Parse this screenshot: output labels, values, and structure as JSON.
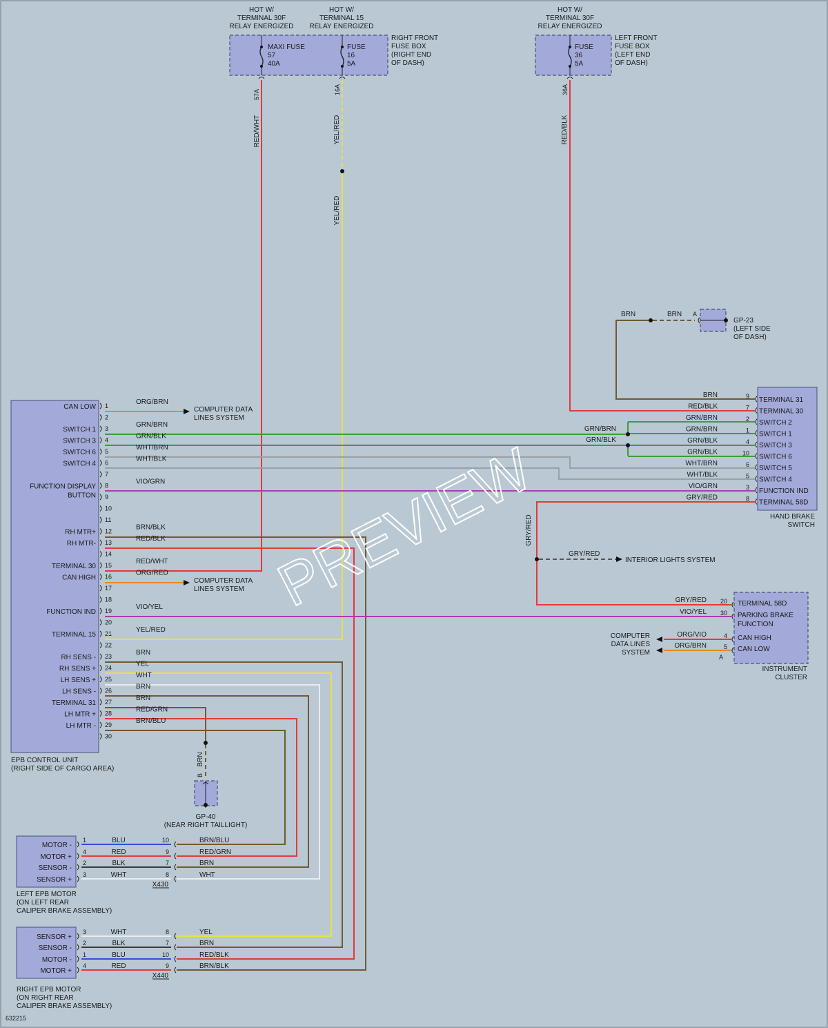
{
  "colors": {
    "RED": "#e23a3a",
    "YEL": "#e5e24a",
    "BRN": "#6e5a32",
    "GRN": "#3f9b3a",
    "WHT": "#e9ecef",
    "VIO": "#b03ab0",
    "ORG": "#e0892a",
    "BLU": "#2f52d6",
    "BLK": "#3a3a3a",
    "GRY": "#9aa0a6",
    "outline": "#4a4f7a",
    "box": "#a3a9d8"
  },
  "power": {
    "hot1": [
      "HOT W/",
      "TERMINAL 30F",
      "RELAY ENERGIZED"
    ],
    "hot2": [
      "HOT W/",
      "TERMINAL 15",
      "RELAY ENERGIZED"
    ],
    "hot3": [
      "HOT W/",
      "TERMINAL 30F",
      "RELAY ENERGIZED"
    ],
    "maxi_fuse": [
      "MAXI FUSE",
      "57",
      "40A"
    ],
    "fuse16": [
      "FUSE",
      "16",
      "5A"
    ],
    "fuse36": [
      "FUSE",
      "36",
      "5A"
    ],
    "rf_fusebox": [
      "RIGHT FRONT",
      "FUSE BOX",
      "(RIGHT END",
      "OF DASH)"
    ],
    "lf_fusebox": [
      "LEFT FRONT",
      "FUSE BOX",
      "(LEFT END",
      "OF DASH)"
    ],
    "tap_57a": "57A",
    "tap_16a": "16A",
    "tap_36a": "36A",
    "wire_redwht": "RED/WHT",
    "wire_yelred": "YEL/RED",
    "wire_redblk": "RED/BLK"
  },
  "gp23": {
    "label": [
      "GP-23",
      "(LEFT SIDE",
      "OF DASH)"
    ],
    "pin": "A",
    "wire1": "BRN",
    "wire2": "BRN"
  },
  "epb": {
    "label": [
      "EPB CONTROL UNIT",
      "(RIGHT SIDE OF CARGO AREA)"
    ],
    "pins": [
      {
        "num": "1",
        "name": "CAN LOW",
        "wire": "ORG/BRN",
        "color": "ORG"
      },
      {
        "num": "2",
        "name": "",
        "wire": "",
        "color": ""
      },
      {
        "num": "3",
        "name": "SWITCH 1",
        "wire": "GRN/BRN",
        "color": "GRN"
      },
      {
        "num": "4",
        "name": "SWITCH 3",
        "wire": "GRN/BLK",
        "color": "GRN"
      },
      {
        "num": "5",
        "name": "SWITCH 6",
        "wire": "WHT/BRN",
        "color": "GRN"
      },
      {
        "num": "6",
        "name": "SWITCH 4",
        "wire": "WHT/BLK",
        "color": "GRY"
      },
      {
        "num": "7",
        "name": "",
        "wire": "",
        "color": "GRY"
      },
      {
        "num": "8",
        "name": "FUNCTION DISPLAY|BUTTON",
        "wire": "VIO/GRN",
        "color": "VIO"
      },
      {
        "num": "9",
        "name": "",
        "wire": "",
        "color": ""
      },
      {
        "num": "10",
        "name": "",
        "wire": "",
        "color": ""
      },
      {
        "num": "11",
        "name": "",
        "wire": "",
        "color": ""
      },
      {
        "num": "12",
        "name": "RH MTR+",
        "wire": "BRN/BLK",
        "color": "BRN"
      },
      {
        "num": "13",
        "name": "RH MTR-",
        "wire": "RED/BLK",
        "color": "RED"
      },
      {
        "num": "14",
        "name": "",
        "wire": "",
        "color": ""
      },
      {
        "num": "15",
        "name": "TERMINAL 30",
        "wire": "RED/WHT",
        "color": "RED"
      },
      {
        "num": "16",
        "name": "CAN HIGH",
        "wire": "ORG/RED",
        "color": "ORG"
      },
      {
        "num": "17",
        "name": "",
        "wire": "",
        "color": ""
      },
      {
        "num": "18",
        "name": "",
        "wire": "",
        "color": ""
      },
      {
        "num": "19",
        "name": "FUNCTION IND",
        "wire": "VIO/YEL",
        "color": "VIO"
      },
      {
        "num": "20",
        "name": "",
        "wire": "",
        "color": ""
      },
      {
        "num": "21",
        "name": "TERMINAL 15",
        "wire": "YEL/RED",
        "color": "YEL"
      },
      {
        "num": "22",
        "name": "",
        "wire": "",
        "color": ""
      },
      {
        "num": "23",
        "name": "RH SENS -",
        "wire": "BRN",
        "color": "BRN"
      },
      {
        "num": "24",
        "name": "RH SENS +",
        "wire": "YEL",
        "color": "YEL"
      },
      {
        "num": "25",
        "name": "LH SENS +",
        "wire": "WHT",
        "color": "WHT"
      },
      {
        "num": "26",
        "name": "LH SENS -",
        "wire": "BRN",
        "color": "BRN"
      },
      {
        "num": "27",
        "name": "TERMINAL 31",
        "wire": "BRN",
        "color": "BRN"
      },
      {
        "num": "28",
        "name": "LH MTR +",
        "wire": "RED/GRN",
        "color": "RED"
      },
      {
        "num": "29",
        "name": "LH MTR -",
        "wire": "BRN/BLU",
        "color": "BRN"
      },
      {
        "num": "30",
        "name": "",
        "wire": "",
        "color": ""
      }
    ],
    "can_low_target": [
      "COMPUTER DATA",
      "LINES SYSTEM"
    ],
    "can_high_target": [
      "COMPUTER DATA",
      "LINES SYSTEM"
    ]
  },
  "hbs": {
    "label": [
      "HAND BRAKE",
      "SWITCH"
    ],
    "pins": [
      {
        "num": "9",
        "name": "TERMINAL 31",
        "wire": "BRN",
        "color": "BRN"
      },
      {
        "num": "7",
        "name": "TERMINAL 30",
        "wire": "RED/BLK",
        "color": "RED"
      },
      {
        "num": "2",
        "name": "SWITCH 2",
        "wire": "GRN/BRN",
        "color": "GRN"
      },
      {
        "num": "1",
        "name": "SWITCH 1",
        "wire": "GRN/BRN",
        "color": "GRN"
      },
      {
        "num": "4",
        "name": "SWITCH 3",
        "wire": "GRN/BLK",
        "color": "GRN"
      },
      {
        "num": "10",
        "name": "SWITCH 6",
        "wire": "GRN/BLK",
        "color": "GRN"
      },
      {
        "num": "6",
        "name": "SWITCH 5",
        "wire": "WHT/BRN",
        "color": "GRY"
      },
      {
        "num": "5",
        "name": "SWITCH 4",
        "wire": "WHT/BLK",
        "color": "GRY"
      },
      {
        "num": "3",
        "name": "FUNCTION IND",
        "wire": "VIO/GRN",
        "color": "VIO"
      },
      {
        "num": "8",
        "name": "TERMINAL 58D",
        "wire": "GRY/RED",
        "color": "RED"
      }
    ],
    "splice1": "GRN/BRN",
    "splice2": "GRN/BLK"
  },
  "interior": {
    "wire_v": "GRY/RED",
    "wire_h": "GRY/RED",
    "target": "INTERIOR LIGHTS SYSTEM"
  },
  "cluster": {
    "label": [
      "INSTRUMENT",
      "CLUSTER"
    ],
    "pins": [
      {
        "num": "20",
        "name": "TERMINAL 58D",
        "wire": "GRY/RED"
      },
      {
        "num": "30",
        "name": "PARKING BRAKE|FUNCTION",
        "wire": "VIO/YEL"
      },
      {
        "num": "4",
        "name": "CAN HIGH",
        "wire": "ORG/VIO"
      },
      {
        "num": "5",
        "name": "CAN LOW",
        "wire": "ORG/BRN"
      }
    ],
    "bottom_pin": "A",
    "data_lines": [
      "COMPUTER",
      "DATA LINES",
      "SYSTEM"
    ]
  },
  "gp40": {
    "label": [
      "GP-40",
      "(NEAR RIGHT TAILLIGHT)"
    ],
    "wire": "BRN",
    "pin": "B"
  },
  "left_motor": {
    "label": [
      "LEFT EPB MOTOR",
      "(ON LEFT REAR",
      "CALIPER BRAKE ASSEMBLY)"
    ],
    "connector": "X430",
    "rows": [
      {
        "name": "MOTOR -",
        "pin": "1",
        "wire": "BLU",
        "cpin": "10",
        "cwire": "BRN/BLU"
      },
      {
        "name": "MOTOR +",
        "pin": "4",
        "wire": "RED",
        "cpin": "9",
        "cwire": "RED/GRN"
      },
      {
        "name": "SENSOR -",
        "pin": "2",
        "wire": "BLK",
        "cpin": "7",
        "cwire": "BRN"
      },
      {
        "name": "SENSOR +",
        "pin": "3",
        "wire": "WHT",
        "cpin": "8",
        "cwire": "WHT"
      }
    ]
  },
  "right_motor": {
    "label": [
      "RIGHT EPB MOTOR",
      "(ON RIGHT REAR",
      "CALIPER BRAKE ASSEMBLY)"
    ],
    "connector": "X440",
    "rows": [
      {
        "name": "SENSOR +",
        "pin": "3",
        "wire": "WHT",
        "cpin": "8",
        "cwire": "YEL"
      },
      {
        "name": "SENSOR -",
        "pin": "2",
        "wire": "BLK",
        "cpin": "7",
        "cwire": "BRN"
      },
      {
        "name": "MOTOR -",
        "pin": "1",
        "wire": "BLU",
        "cpin": "10",
        "cwire": "RED/BLK"
      },
      {
        "name": "MOTOR +",
        "pin": "4",
        "wire": "RED",
        "cpin": "9",
        "cwire": "BRN/BLK"
      }
    ]
  },
  "figure_id": "632215",
  "watermark": "PREVIEW"
}
